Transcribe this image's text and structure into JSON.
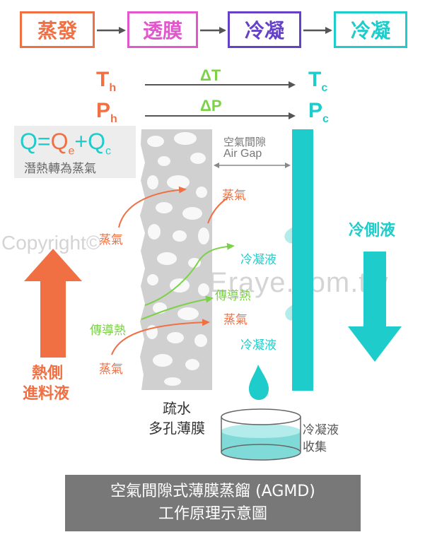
{
  "process": {
    "steps": [
      "蒸發",
      "透膜",
      "冷凝",
      "冷凝"
    ]
  },
  "symbols": {
    "th": {
      "main": "T",
      "sub": "h"
    },
    "ph": {
      "main": "P",
      "sub": "h"
    },
    "tc": {
      "main": "T",
      "sub": "c"
    },
    "pc": {
      "main": "P",
      "sub": "c"
    },
    "delta_t": "ΔT",
    "delta_p": "ΔP"
  },
  "equation": {
    "q": "Q",
    "eq": "=",
    "qe_main": "Q",
    "qe_sub": "e",
    "plus": "+",
    "qc_main": "Q",
    "qc_sub": "c",
    "label": "潛熱轉為蒸氣"
  },
  "air_gap": {
    "label_zh": "空氣間隙",
    "label_en": "Air Gap"
  },
  "labels": {
    "vapor_a": "蒸氣",
    "vapor_b": "蒸氣",
    "vapor_c": "蒸氣",
    "vapor_d": "蒸氣",
    "heat_a": "傳導熱",
    "heat_b": "傳導熱",
    "condensate_a": "冷凝液",
    "condensate_b": "冷凝液",
    "cold_side": "冷側液",
    "hot_side_1": "熱側",
    "hot_side_2": "進料液",
    "membrane_1": "疏水",
    "membrane_2": "多孔薄膜",
    "collect_1": "冷凝液",
    "collect_2": "收集"
  },
  "footer": {
    "line1": "空氣間隙式薄膜蒸餾 (AGMD)",
    "line2": "工作原理示意圖"
  },
  "watermark": {
    "copyright": "Copyright©",
    "site": "NewEraye.com.tw"
  },
  "colors": {
    "hot": "#f07043",
    "membrane": "#e257cc",
    "condense": "#6541c8",
    "cold": "#1ecdcb",
    "heat": "#7bd147"
  }
}
